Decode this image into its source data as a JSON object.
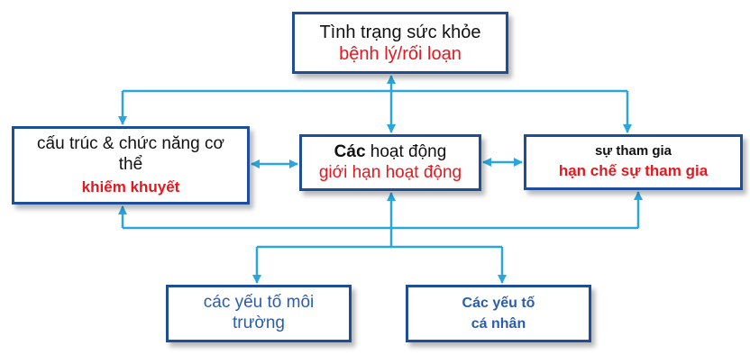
{
  "colors": {
    "connector": "#2aa6dc",
    "box_border": "#1f4e99",
    "impairment_text": "#e8161d",
    "environment_text": "#2a5db0"
  },
  "nodes": {
    "health": {
      "title": "Tình trạng sức khỏe",
      "subtitle": "bệnh lý/rối loạn"
    },
    "body": {
      "title_line1": "cấu trúc & chức năng cơ",
      "title_line2": "thể",
      "subtitle": "khiếm khuyết"
    },
    "activity": {
      "title_bold": "Các",
      "title_rest": " hoạt động",
      "subtitle": "giới hạn hoạt động"
    },
    "participation": {
      "title": "sự tham gia",
      "subtitle": "hạn chế sự tham gia"
    },
    "environment": {
      "line1": "các yếu tố môi",
      "line2": "trường"
    },
    "personal": {
      "line1": "Các yếu tố",
      "line2": "cá nhân"
    }
  }
}
